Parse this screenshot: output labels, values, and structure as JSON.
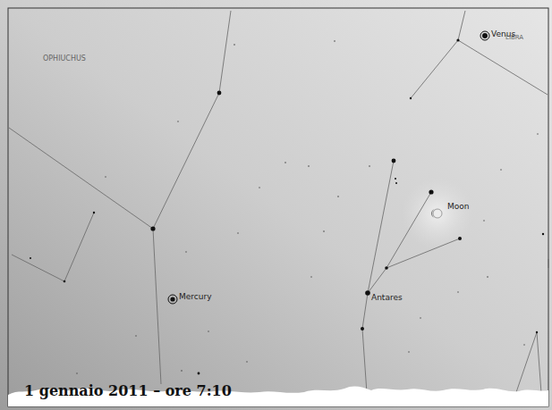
{
  "diagram": {
    "labels": [
      "OPHIUCHUS",
      "Venus",
      "LIBRA",
      "Moon",
      "Mercury",
      "Antares",
      "1 gennaio 2011 – ore 7:10"
    ]
  }
}
